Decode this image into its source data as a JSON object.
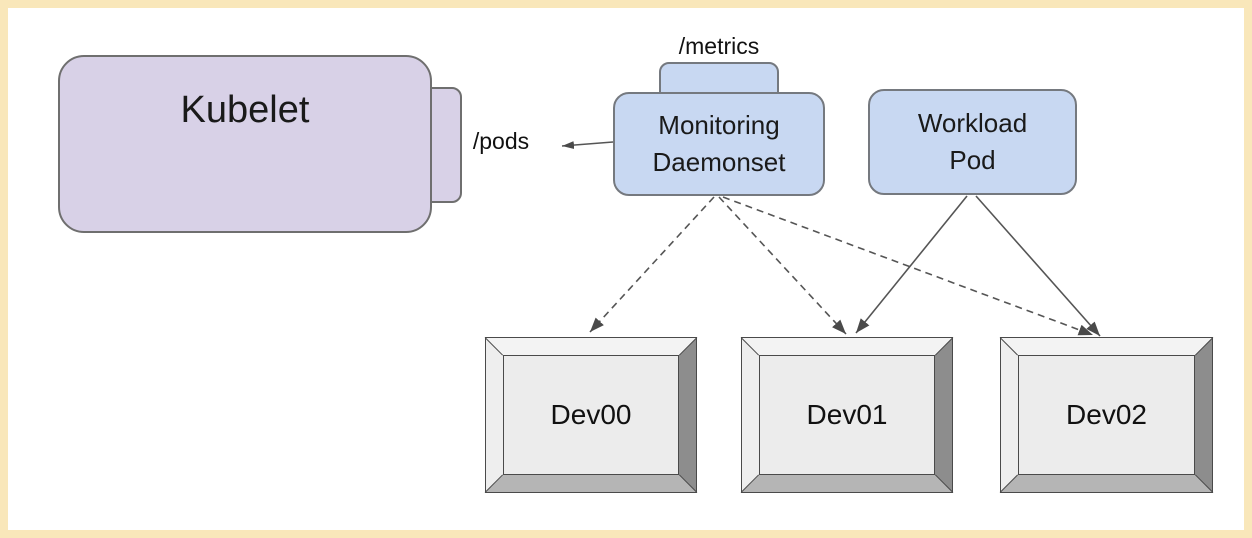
{
  "diagram": {
    "title_hint": "Kubernetes device monitoring topology",
    "frame_color": "#f9e7ba",
    "background_color": "#ffffff",
    "nodes": {
      "kubelet": {
        "label": "Kubelet",
        "fill": "#d8d1e7",
        "border": "#6f6f6f"
      },
      "monitoring": {
        "label": "Monitoring\nDaemonset",
        "fill": "#c8d8f2",
        "border": "#75797f"
      },
      "workload": {
        "label": "Workload\nPod",
        "fill": "#c8d8f2",
        "border": "#75797f"
      },
      "devices": [
        {
          "label": "Dev00"
        },
        {
          "label": "Dev01"
        },
        {
          "label": "Dev02"
        }
      ]
    },
    "labels": {
      "metrics": "/metrics",
      "pods": "/pods"
    },
    "edges": [
      {
        "from": "monitoring-daemonset",
        "to": "kubelet",
        "via_label": "/pods",
        "style": "solid-thin-arrow"
      },
      {
        "from": "monitoring-daemonset",
        "to": "Dev00",
        "style": "dashed-arrow"
      },
      {
        "from": "monitoring-daemonset",
        "to": "Dev01",
        "style": "dashed-arrow"
      },
      {
        "from": "monitoring-daemonset",
        "to": "Dev02",
        "style": "dashed-arrow"
      },
      {
        "from": "workload-pod",
        "to": "Dev01",
        "style": "solid-arrow"
      },
      {
        "from": "workload-pod",
        "to": "Dev02",
        "style": "solid-arrow"
      }
    ]
  }
}
